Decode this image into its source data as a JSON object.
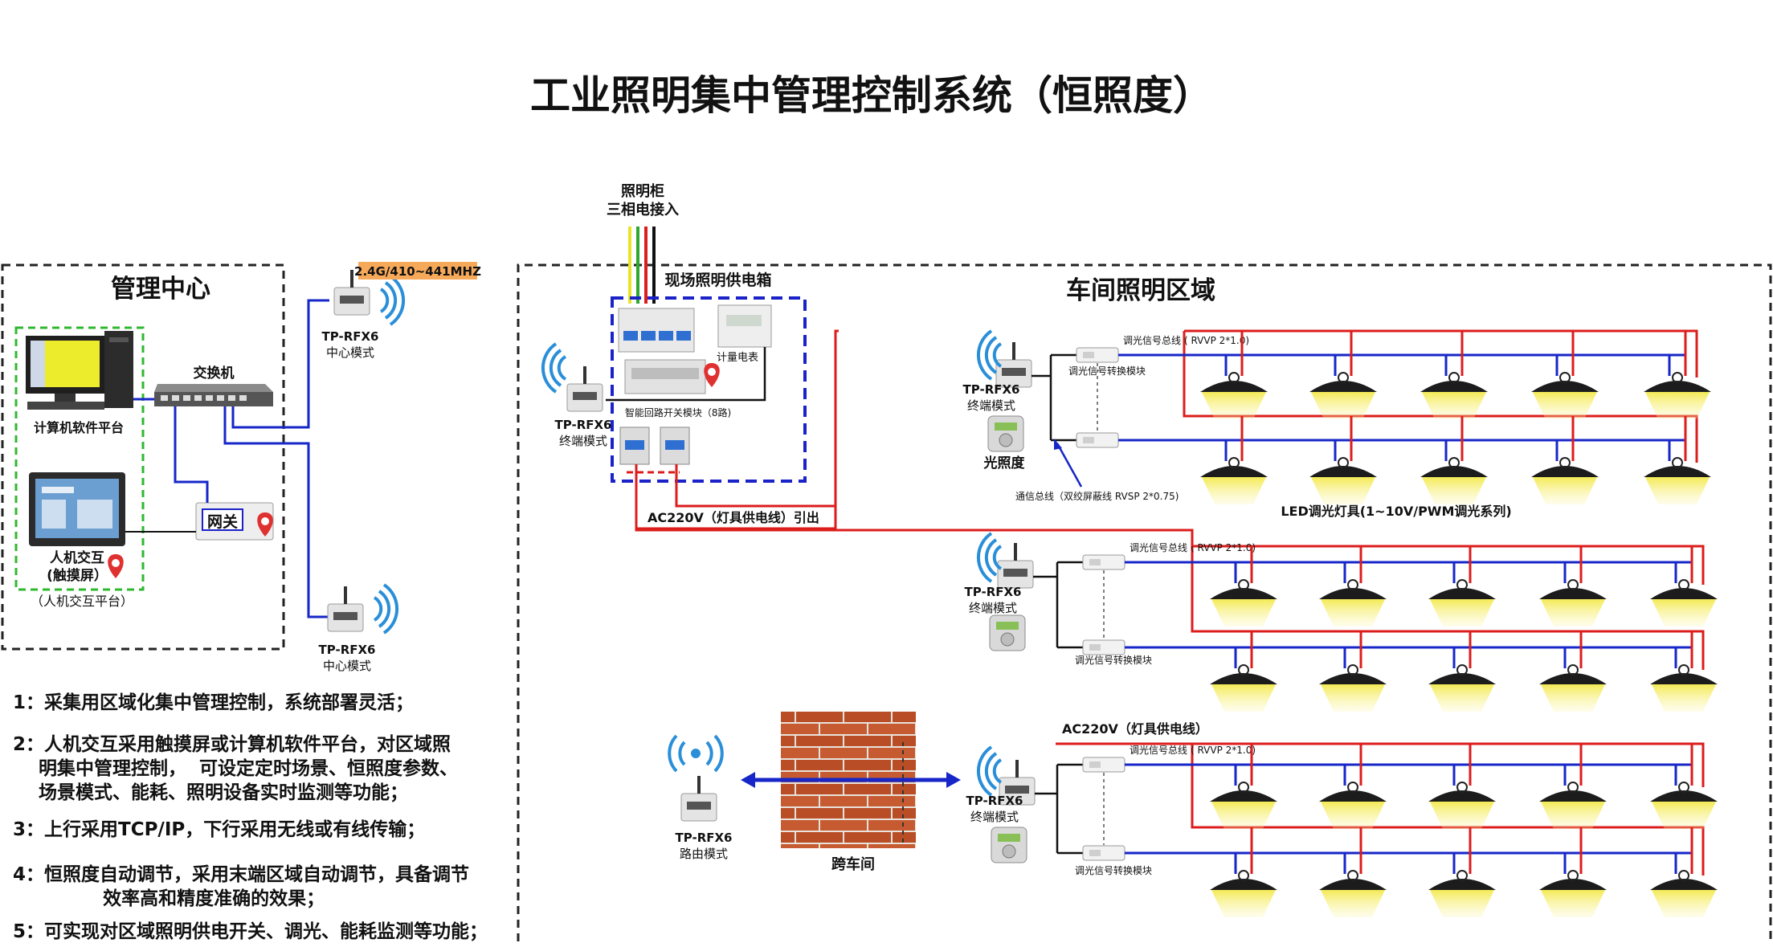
{
  "title": "工业照明集中管理控制系统（恒照度）",
  "management_center": {
    "heading": "管理中心",
    "pc_label": "计算机软件平台",
    "touch_label_line1": "人机交互",
    "touch_label_line2": "(触摸屏）",
    "platform_caption": "（人机交互平台）",
    "switch_label": "交换机",
    "gateway_label": "网关"
  },
  "frequency_badge": "2.4G/410~441MHZ",
  "radios": {
    "center_top": {
      "name": "TP-RFX6",
      "mode": "中心模式"
    },
    "center_bottom": {
      "name": "TP-RFX6",
      "mode": "中心模式"
    },
    "terminal_box": {
      "name": "TP-RFX6",
      "mode": "终端模式"
    },
    "terminal_1": {
      "name": "TP-RFX6",
      "mode": "终端模式"
    },
    "terminal_2": {
      "name": "TP-RFX6",
      "mode": "终端模式"
    },
    "terminal_3": {
      "name": "TP-RFX6",
      "mode": "终端模式"
    },
    "router": {
      "name": "TP-RFX6",
      "mode": "路由模式"
    }
  },
  "power_supply": {
    "cabinet_line1": "照明柜",
    "cabinet_line2": "三相电接入",
    "box_title": "现场照明供电箱",
    "meter_label": "计量电表",
    "switch_module_label": "智能回路开关模块（8路)",
    "ac_out_label": "AC220V（灯具供电线）引出"
  },
  "workshop": {
    "heading": "车间照明区域",
    "lux_sensor_label": "光照度",
    "converter_label": "调光信号转换模块",
    "dimming_bus_label": "调光信号总线",
    "dimming_bus_spec": "( RVVP 2*1.0)",
    "comm_bus_label": "通信总线（双绞屏蔽线 RVSP 2*0.75)",
    "led_label": "LED调光灯具(1~10V/PWM调光系列)",
    "ac_label": "AC220V（灯具供电线）",
    "cross_workshop_label": "跨车间"
  },
  "colors": {
    "power": "#dd1c1c",
    "signal": "#1626c8",
    "box": "#1a22c8",
    "frame": "#222222",
    "green": "#2fb82f",
    "badge": "#f7a95a",
    "beam": "#f3e94c"
  },
  "notes": [
    "1：采集用区域化集中管理控制，系统部署灵活；",
    "2：人机交互采用触摸屏或计算机软件平台，对区域照\n    明集中管理控制，  可设定定时场景、恒照度参数、\n    场景模式、能耗、照明设备实时监测等功能；",
    "3：上行采用TCP/IP，下行采用无线或有线传输；",
    "4：恒照度自动调节，采用末端区域自动调节，具备调节\n              效率高和精度准确的效果；",
    "5：可实现对区域照明供电开关、调光、能耗监测等功能；"
  ]
}
